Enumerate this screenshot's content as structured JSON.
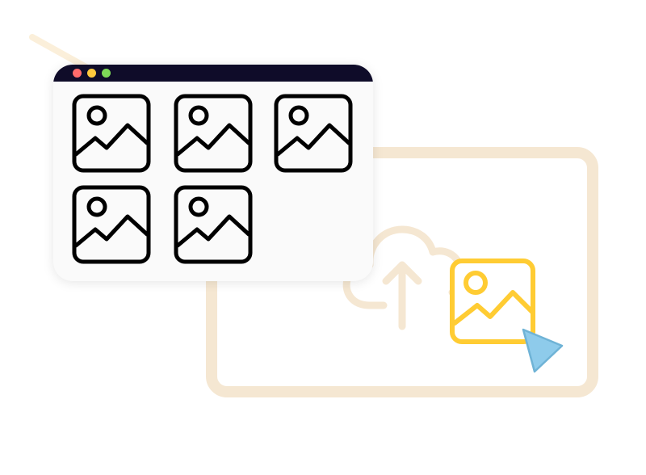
{
  "colors": {
    "titlebar": "#0f0c29",
    "window_bg": "#fafafa",
    "dot_close": "#ff6b6b",
    "dot_minimize": "#ffc93c",
    "dot_zoom": "#7ed957",
    "icon_stroke": "#000000",
    "dropzone_border": "#f5e7d2",
    "cloud_stroke": "#f5e7d2",
    "dragged_icon": "#ffcc33",
    "cursor_fill": "#8ecbeb",
    "cursor_stroke": "#6fb3d6",
    "beam": "#fbeed6"
  },
  "browser": {
    "window_controls": [
      "close-dot",
      "minimize-dot",
      "zoom-dot"
    ],
    "thumbnails": [
      {
        "icon": "image-icon"
      },
      {
        "icon": "image-icon"
      },
      {
        "icon": "image-icon"
      },
      {
        "icon": "image-icon"
      },
      {
        "icon": "image-icon"
      }
    ]
  },
  "dropzone": {
    "icon": "cloud-upload-icon"
  },
  "drag": {
    "icon": "image-icon",
    "cursor_icon": "pointer-cursor-icon"
  }
}
